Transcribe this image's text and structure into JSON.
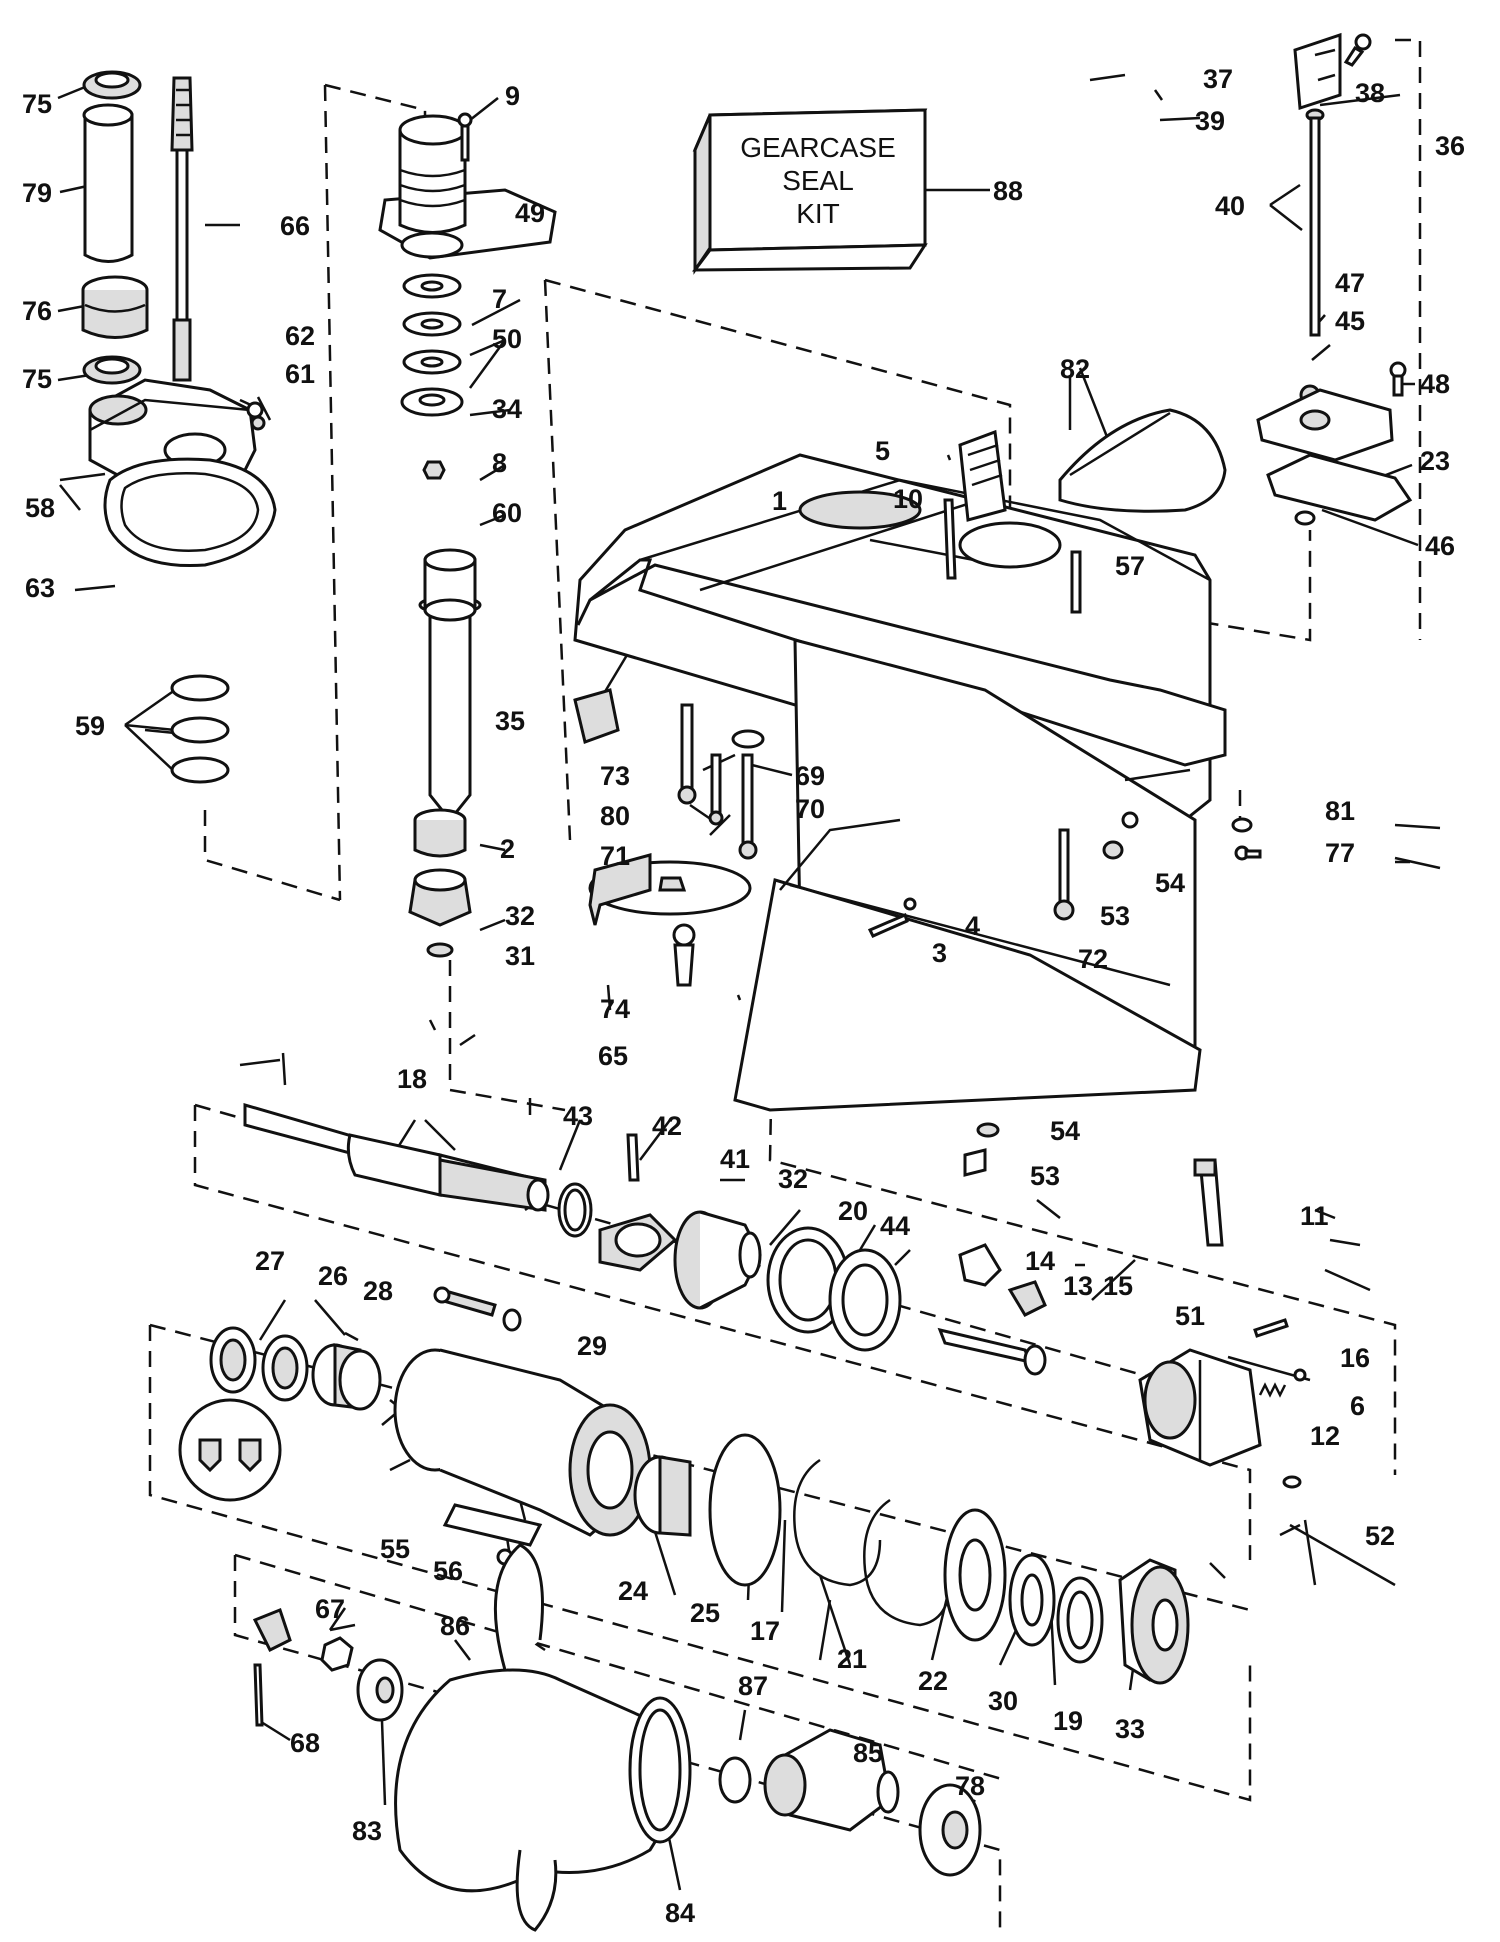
{
  "kit": {
    "line1": "GEARCASE",
    "line2": "SEAL",
    "line3": "KIT"
  },
  "labels": {
    "l1": "1",
    "l2": "2",
    "l3": "3",
    "l4": "4",
    "l5": "5",
    "l6": "6",
    "l7": "7",
    "l8": "8",
    "l9": "9",
    "l10": "10",
    "l11": "11",
    "l12": "12",
    "l13": "13",
    "l14": "14",
    "l15": "15",
    "l16": "16",
    "l17": "17",
    "l18": "18",
    "l19": "19",
    "l20": "20",
    "l21": "21",
    "l22": "22",
    "l23": "23",
    "l24": "24",
    "l25": "25",
    "l26": "26",
    "l27": "27",
    "l28": "28",
    "l29": "29",
    "l30": "30",
    "l31": "31",
    "l32a": "32",
    "l32b": "32",
    "l33": "33",
    "l34": "34",
    "l35": "35",
    "l36": "36",
    "l37": "37",
    "l38": "38",
    "l39": "39",
    "l40": "40",
    "l41": "41",
    "l42": "42",
    "l43": "43",
    "l44": "44",
    "l45": "45",
    "l46": "46",
    "l47": "47",
    "l48": "48",
    "l49": "49",
    "l50": "50",
    "l51": "51",
    "l52": "52",
    "l53a": "53",
    "l53b": "53",
    "l54a": "54",
    "l54b": "54",
    "l55": "55",
    "l56": "56",
    "l57": "57",
    "l58": "58",
    "l59": "59",
    "l60": "60",
    "l61": "61",
    "l62": "62",
    "l63": "63",
    "l65": "65",
    "l66": "66",
    "l67": "67",
    "l68": "68",
    "l69": "69",
    "l70": "70",
    "l71": "71",
    "l72": "72",
    "l73": "73",
    "l74": "74",
    "l75a": "75",
    "l75b": "75",
    "l76": "76",
    "l77": "77",
    "l78": "78",
    "l79": "79",
    "l80": "80",
    "l81": "81",
    "l82": "82",
    "l83": "83",
    "l84": "84",
    "l85": "85",
    "l86": "86",
    "l87": "87",
    "l88": "88"
  }
}
